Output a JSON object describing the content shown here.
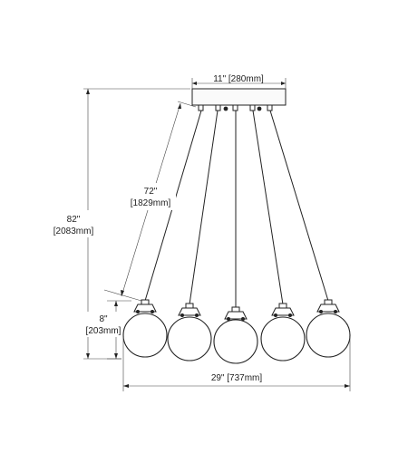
{
  "dimensions": {
    "canopy_width": "11\" [280mm]",
    "overall_height_in": "82\"",
    "overall_height_mm": "[2083mm]",
    "cord_length_in": "72\"",
    "cord_length_mm": "[1829mm]",
    "globe_height_in": "8\"",
    "globe_height_mm": "[203mm]",
    "overall_width": "29\" [737mm]"
  },
  "fixture": {
    "pendant_count": 5,
    "line_color": "#222222"
  }
}
